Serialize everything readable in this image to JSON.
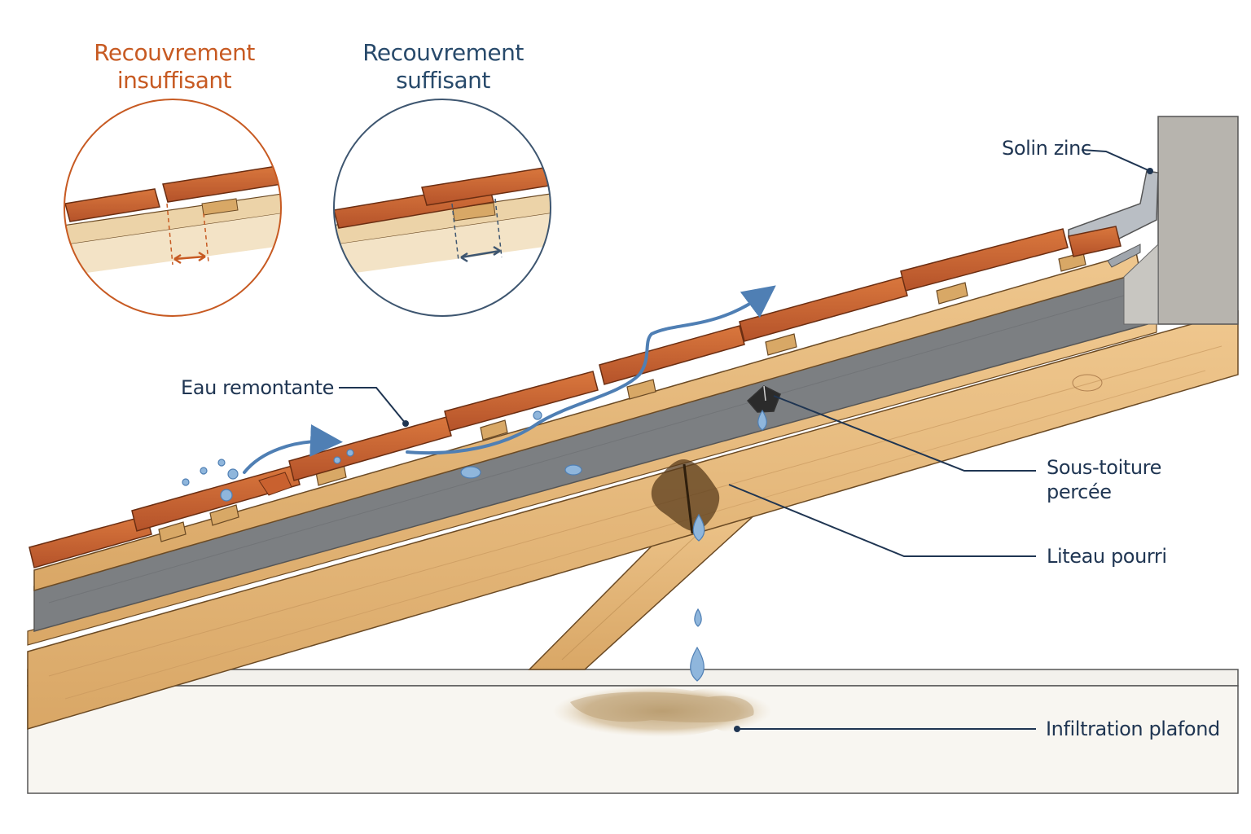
{
  "insets": {
    "bad_title": "Recouvrement\ninsuffisant",
    "good_title": "Recouvrement\nsuffisant",
    "bad_color": "#c75a22",
    "good_color": "#3e5670"
  },
  "labels": {
    "flashing": "Solin zinc",
    "rising_water": "Eau remontante",
    "pierced_underlay": "Sous-toiture\npercée",
    "rotten_batten": "Liteau pourri",
    "ceiling_leak": "Infiltration plafond"
  },
  "colors": {
    "tile": "#c8652e",
    "wood": "#e3b67a",
    "membrane": "#7a7d80",
    "water": "#5b8ec2",
    "leader": "#1f3552"
  }
}
